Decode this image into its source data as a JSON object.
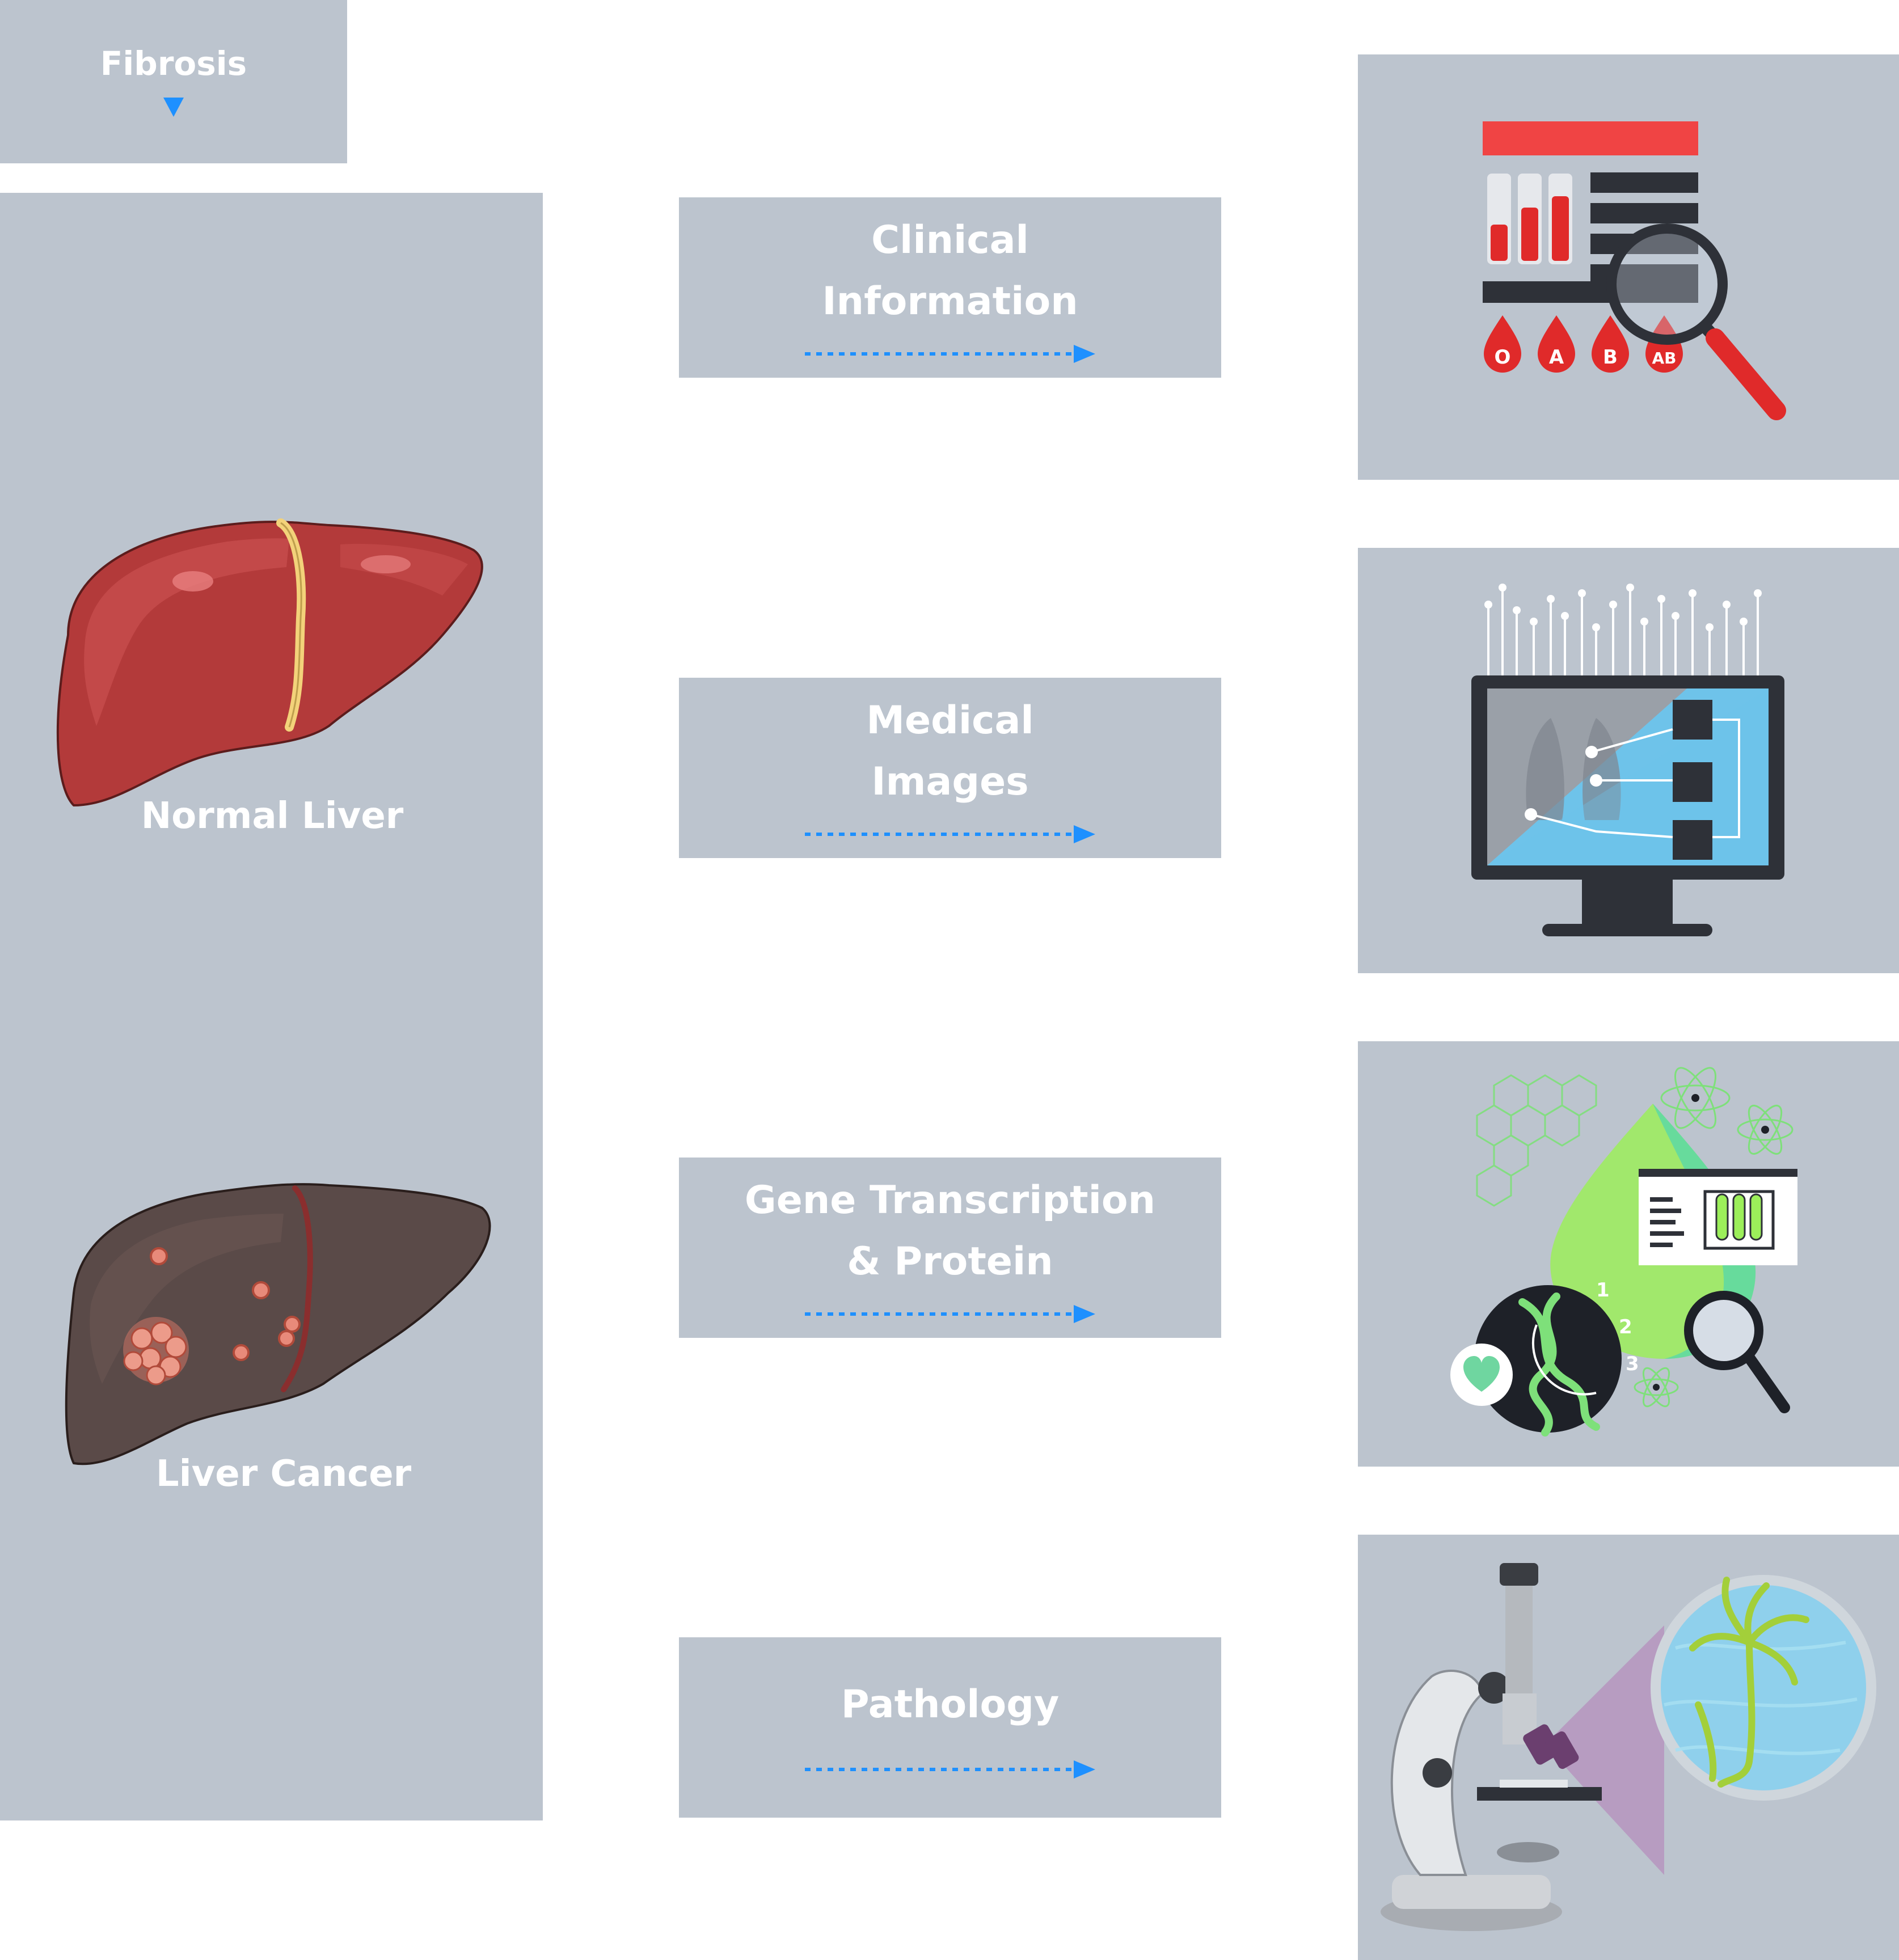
{
  "stage_tag": {
    "label": "Fibrosis"
  },
  "livers": {
    "normal": {
      "label": "Normal Liver"
    },
    "cancer": {
      "label": "Liver Cancer"
    }
  },
  "data_sources": [
    {
      "line1": "Clinical",
      "line2": "Information",
      "icon": "blood-test-report-icon"
    },
    {
      "line1": "Medical",
      "line2": "Images",
      "icon": "medical-imaging-monitor-icon"
    },
    {
      "line1": "Gene Transcription",
      "line2": "& Protein",
      "icon": "gene-protein-icon"
    },
    {
      "line1": "Pathology",
      "line2": "",
      "icon": "microscope-icon"
    }
  ],
  "blood_types": [
    "O",
    "A",
    "B",
    "AB"
  ],
  "gene_steps": [
    "1",
    "2",
    "3"
  ],
  "colors": {
    "panel": "#bcc4ce",
    "arrow": "#1e90ff",
    "liver_normal": "#b33a3a",
    "liver_cancer": "#5a4a48",
    "report_red": "#f04444",
    "dark": "#2e3138"
  }
}
